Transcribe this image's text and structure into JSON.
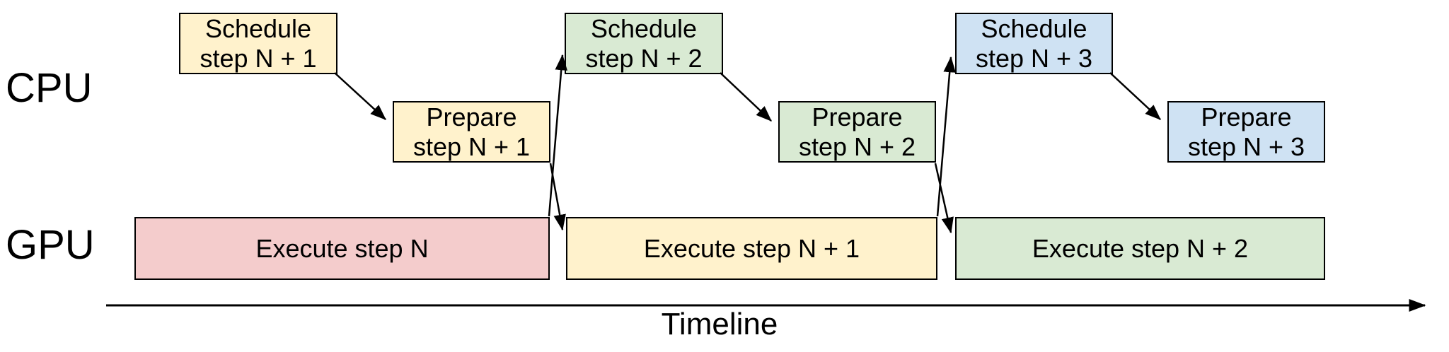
{
  "rows": {
    "cpu": "CPU",
    "gpu": "GPU"
  },
  "axis": {
    "label": "Timeline"
  },
  "colors": {
    "step_n": "#F4CCCC",
    "step_n_plus_1": "#FFF2CC",
    "step_n_plus_2": "#D9EAD3",
    "step_n_plus_3": "#CFE2F3",
    "outline": "#000000"
  },
  "cpu_boxes": {
    "schedule_n1": "Schedule\nstep N + 1",
    "prepare_n1": "Prepare\nstep N + 1",
    "schedule_n2": "Schedule\nstep N + 2",
    "prepare_n2": "Prepare\nstep N + 2",
    "schedule_n3": "Schedule\nstep N + 3",
    "prepare_n3": "Prepare\nstep N + 3"
  },
  "gpu_boxes": {
    "execute_n": "Execute step N",
    "execute_n1": "Execute step N + 1",
    "execute_n2": "Execute step N + 2"
  }
}
